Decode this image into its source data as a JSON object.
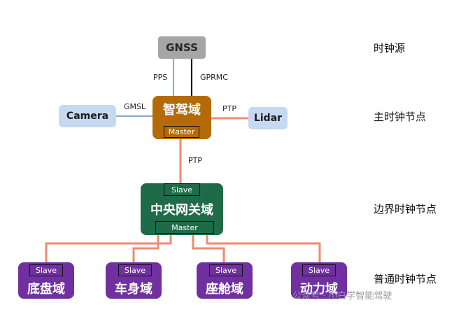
{
  "nodes": {
    "gnss": "GNSS",
    "camera": "Camera",
    "lidar": "Lidar",
    "adas": {
      "title": "智驾域",
      "tag": "Master"
    },
    "central": {
      "title": "中央网关域",
      "tag_top": "Slave",
      "tag_bottom": "Master"
    },
    "chassis": {
      "title": "底盘域",
      "tag": "Slave"
    },
    "body": {
      "title": "车身域",
      "tag": "Slave"
    },
    "cockpit": {
      "title": "座舱域",
      "tag": "Slave"
    },
    "power": {
      "title": "动力域",
      "tag": "Slave"
    }
  },
  "links": {
    "pps": "PPS",
    "gprmc": "GPRMC",
    "gmsl": "GMSL",
    "ptp_lidar": "PTP",
    "ptp_central": "PTP"
  },
  "levels": {
    "source": "时钟源",
    "master": "主时钟节点",
    "boundary": "边界时钟节点",
    "ordinary": "普通时钟节点"
  },
  "watermark": "公众号 · 小白学智能驾驶",
  "colors": {
    "pps_line": "#5fc4b5",
    "ptp_line": "#f08a73",
    "adas": "#b46b06",
    "central": "#1e6b48",
    "domain": "#7030a0"
  }
}
